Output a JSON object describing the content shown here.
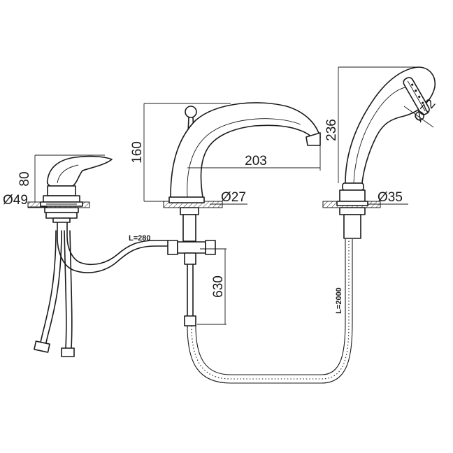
{
  "dimensions": {
    "lever_height": "80",
    "lever_diameter": "Ø49",
    "spout_height": "160",
    "spout_reach": "203",
    "spout_diameter": "Ø27",
    "shower_length": "236",
    "shower_head_diameter": "Ø72",
    "shower_mount_diameter": "Ø35",
    "connector_hose_length": "L=280",
    "supply_length": "630",
    "shower_hose_length": "L=2000"
  }
}
